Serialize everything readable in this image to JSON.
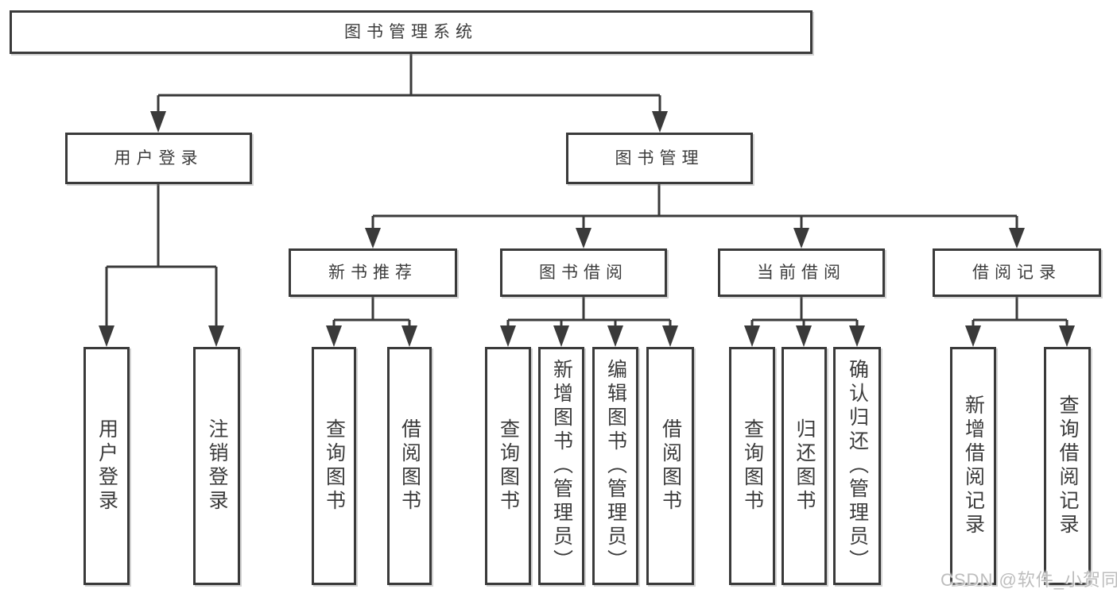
{
  "tree": {
    "root": {
      "label": "图书管理系统"
    },
    "branches": [
      {
        "label": "用户登录",
        "children": [
          {
            "label": "用户登录"
          },
          {
            "label": "注销登录"
          }
        ]
      },
      {
        "label": "图书管理",
        "children": [
          {
            "label": "新书推荐",
            "children": [
              {
                "label": "查询图书"
              },
              {
                "label": "借阅图书"
              }
            ]
          },
          {
            "label": "图书借阅",
            "children": [
              {
                "label": "查询图书"
              },
              {
                "label": "新增图书（管理员）"
              },
              {
                "label": "编辑图书（管理员）"
              },
              {
                "label": "借阅图书"
              }
            ]
          },
          {
            "label": "当前借阅",
            "children": [
              {
                "label": "查询图书"
              },
              {
                "label": "归还图书"
              },
              {
                "label": "确认归还（管理员）"
              }
            ]
          },
          {
            "label": "借阅记录",
            "children": [
              {
                "label": "新增借阅记录"
              },
              {
                "label": "查询借阅记录"
              }
            ]
          }
        ]
      }
    ]
  },
  "watermark": "CSDN @软件_小贺同学",
  "colors": {
    "line": "#3a3a3a",
    "text": "#3c3c3c",
    "watermark": "#bdbdbd",
    "background": "#ffffff"
  }
}
